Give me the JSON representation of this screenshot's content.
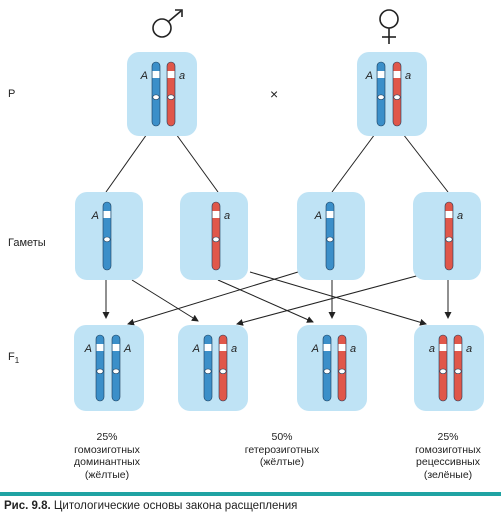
{
  "rows": {
    "p_label": "P",
    "gametes_label": "Гаметы",
    "f1_label": "F",
    "f1_sub": "1"
  },
  "cross_symbol": "×",
  "symbols": {
    "male": "male-symbol",
    "female": "female-symbol"
  },
  "alleles": {
    "dominant": "A",
    "recessive": "a"
  },
  "colors": {
    "dominant_chromosome": "#3b8fc9",
    "recessive_chromosome": "#e0574a",
    "box_fill": "#bfe3f5",
    "caption_bar": "#1fa3a3"
  },
  "results": [
    {
      "percent": "25%",
      "line1": "гомозиготных",
      "line2": "доминантных",
      "line3": "(жёлтые)"
    },
    {
      "percent": "50%",
      "line1": "гетерозиготных",
      "line2": "(жёлтые)",
      "line3": ""
    },
    {
      "percent": "25%",
      "line1": "гомозиготных",
      "line2": "рецессивных",
      "line3": "(зелёные)"
    }
  ],
  "caption": {
    "figure": "Рис. 9.8.",
    "text": "Цитологические основы закона расщепления"
  }
}
